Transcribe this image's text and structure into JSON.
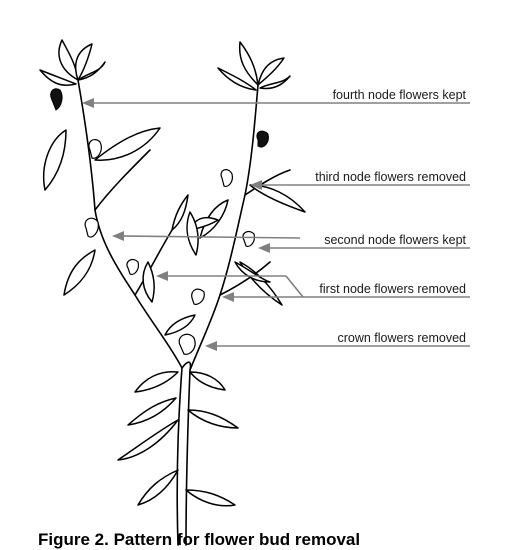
{
  "labels": [
    "fourth node flowers kept",
    "third node flowers removed",
    "second node flowers kept",
    "first node flowers removed",
    "crown flowers removed"
  ],
  "caption": "Figure 2. Pattern for flower bud removal"
}
